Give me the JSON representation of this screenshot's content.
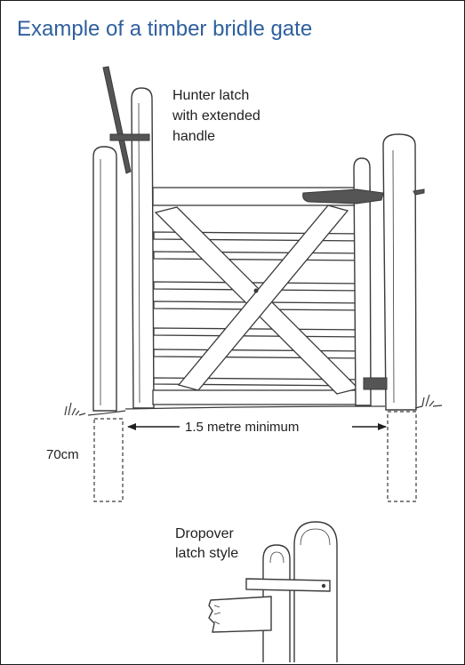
{
  "title": "Example of a timber bridle gate",
  "labels": {
    "latch_line1": "Hunter latch",
    "latch_line2": "with extended",
    "latch_line3": "handle",
    "width": "1.5 metre minimum",
    "depth": "70cm",
    "dropover_line1": "Dropover",
    "dropover_line2": "latch style"
  },
  "colors": {
    "title": "#2f5f9e",
    "line": "#3a3a3a",
    "hardware": "#555555",
    "border": "#1a1a1a"
  }
}
